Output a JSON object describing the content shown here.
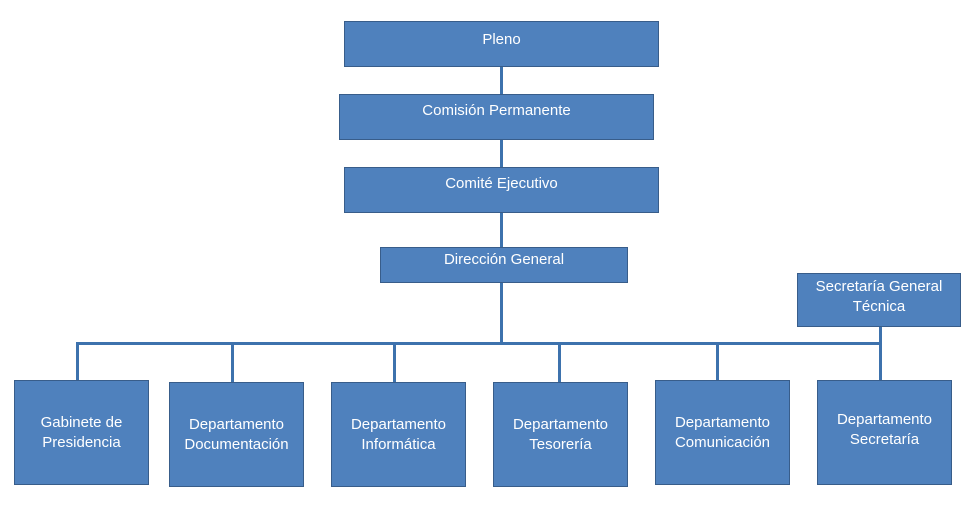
{
  "colors": {
    "box_fill": "#4f81bd",
    "box_border": "#385d8a",
    "connector": "#3d72ad",
    "text": "#ffffff"
  },
  "nodes": {
    "pleno": "Pleno",
    "comision": "Comisión Permanente",
    "comite": "Comité Ejecutivo",
    "direccion": "Dirección General",
    "secretaria_general": "Secretaría General\nTécnica",
    "gabinete": "Gabinete de\nPresidencia",
    "documentacion": "Departamento\nDocumentación",
    "informatica": "Departamento\nInformática",
    "tesoreria": "Departamento\nTesorería",
    "comunicacion": "Departamento\nComunicación",
    "secretaria": "Departamento\nSecretaría"
  }
}
